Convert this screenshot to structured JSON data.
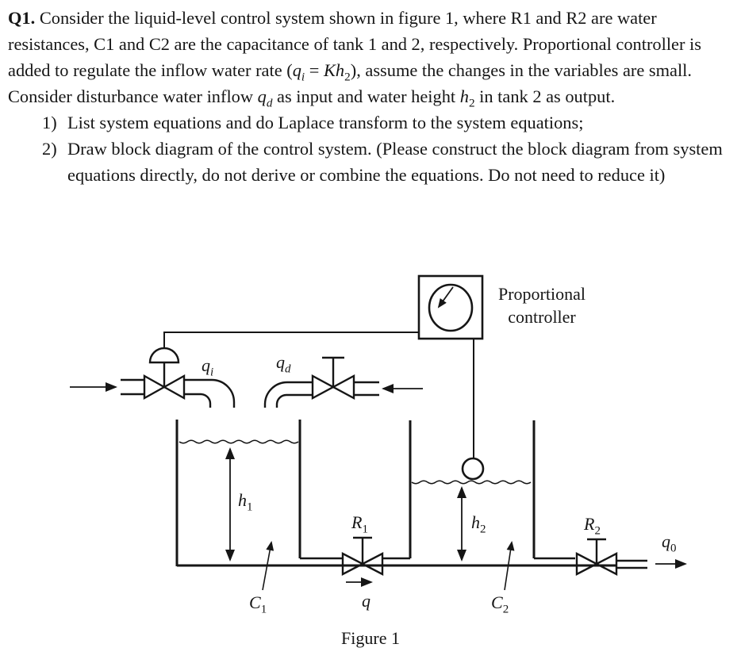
{
  "problem": {
    "intro_segments": [
      {
        "t": "Q1.",
        "b": true
      },
      {
        "t": " Consider the liquid-level control system shown in figure 1, where R1 and R2 are water resistances, C1 and C2 are the capacitance of tank 1 and 2, respectively. Proportional controller is added to regulate the inflow water rate ("
      },
      {
        "t": "q",
        "i": true
      },
      {
        "t": "i",
        "i": true,
        "sub": true
      },
      {
        "t": " = "
      },
      {
        "t": "Kh",
        "i": true
      },
      {
        "t": "2",
        "sub": true
      },
      {
        "t": "), assume the changes in the variables are small. Consider disturbance water inflow "
      },
      {
        "t": "q",
        "i": true
      },
      {
        "t": "d",
        "i": true,
        "sub": true
      },
      {
        "t": " as input and water height "
      },
      {
        "t": "h",
        "i": true
      },
      {
        "t": "2",
        "sub": true
      },
      {
        "t": " in tank 2 as output."
      }
    ],
    "list": [
      {
        "num": "1)",
        "segments": [
          {
            "t": "List system equations and do Laplace transform to the system equations;"
          }
        ]
      },
      {
        "num": "2)",
        "segments": [
          {
            "t": "Draw block diagram of the control system. (Please construct the block diagram from system equations directly, do not derive or combine the equations. Do not need to reduce it)"
          }
        ]
      }
    ]
  },
  "figure": {
    "controller": {
      "line1": "Proportional",
      "line2": "controller"
    },
    "labels": {
      "qi": {
        "base": "q",
        "sub": "i"
      },
      "qd": {
        "base": "q",
        "sub": "d"
      },
      "h1": {
        "base": "h",
        "sub": "1"
      },
      "h2": {
        "base": "h",
        "sub": "2"
      },
      "r1": {
        "base": "R",
        "sub": "1"
      },
      "r2": {
        "base": "R",
        "sub": "2"
      },
      "c1": {
        "base": "C",
        "sub": "1"
      },
      "c2": {
        "base": "C",
        "sub": "2"
      },
      "q": {
        "base": "q",
        "sub": ""
      },
      "q0": {
        "base": "q",
        "sub": "0"
      }
    },
    "caption": "Figure 1"
  },
  "colors": {
    "ink": "#161616"
  }
}
